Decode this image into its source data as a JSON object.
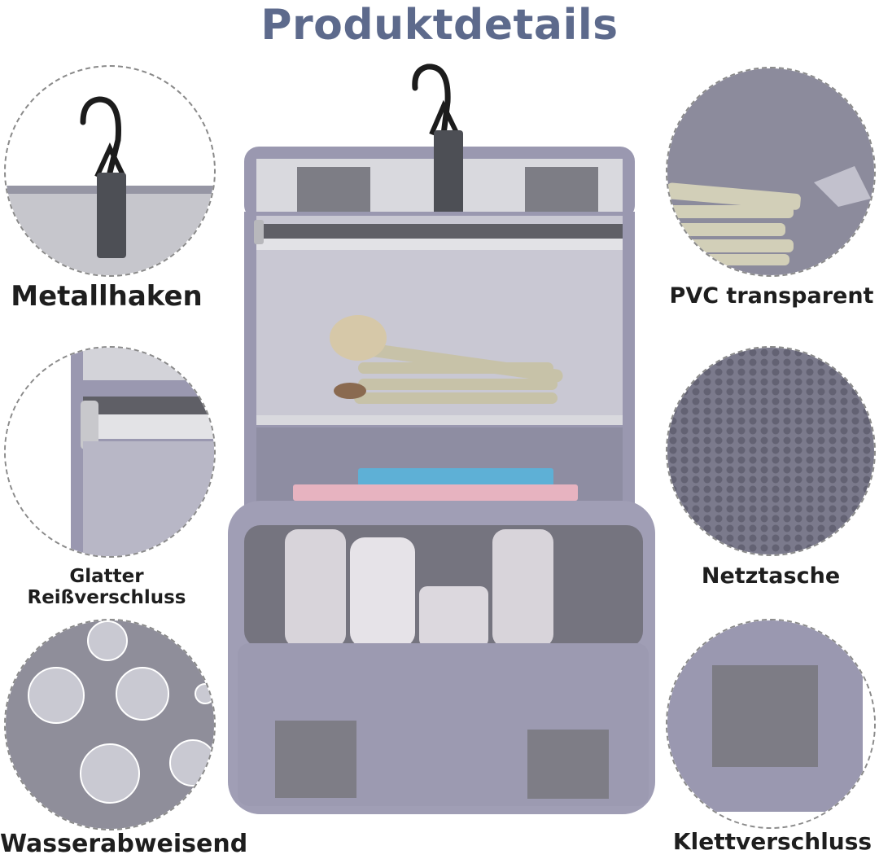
{
  "title": "Produktdetails",
  "features": {
    "metal_hook": "Metallhaken",
    "pvc": "PVC transparent",
    "zipper_line1": "Glatter",
    "zipper_line2": "Reißverschluss",
    "mesh": "Netztasche",
    "water": "Wasserabweisend",
    "velcro": "Klettverschluss"
  },
  "colors": {
    "title": "#5d6a8c",
    "bag": "#9a98b0",
    "label": "#1e1e1e"
  }
}
